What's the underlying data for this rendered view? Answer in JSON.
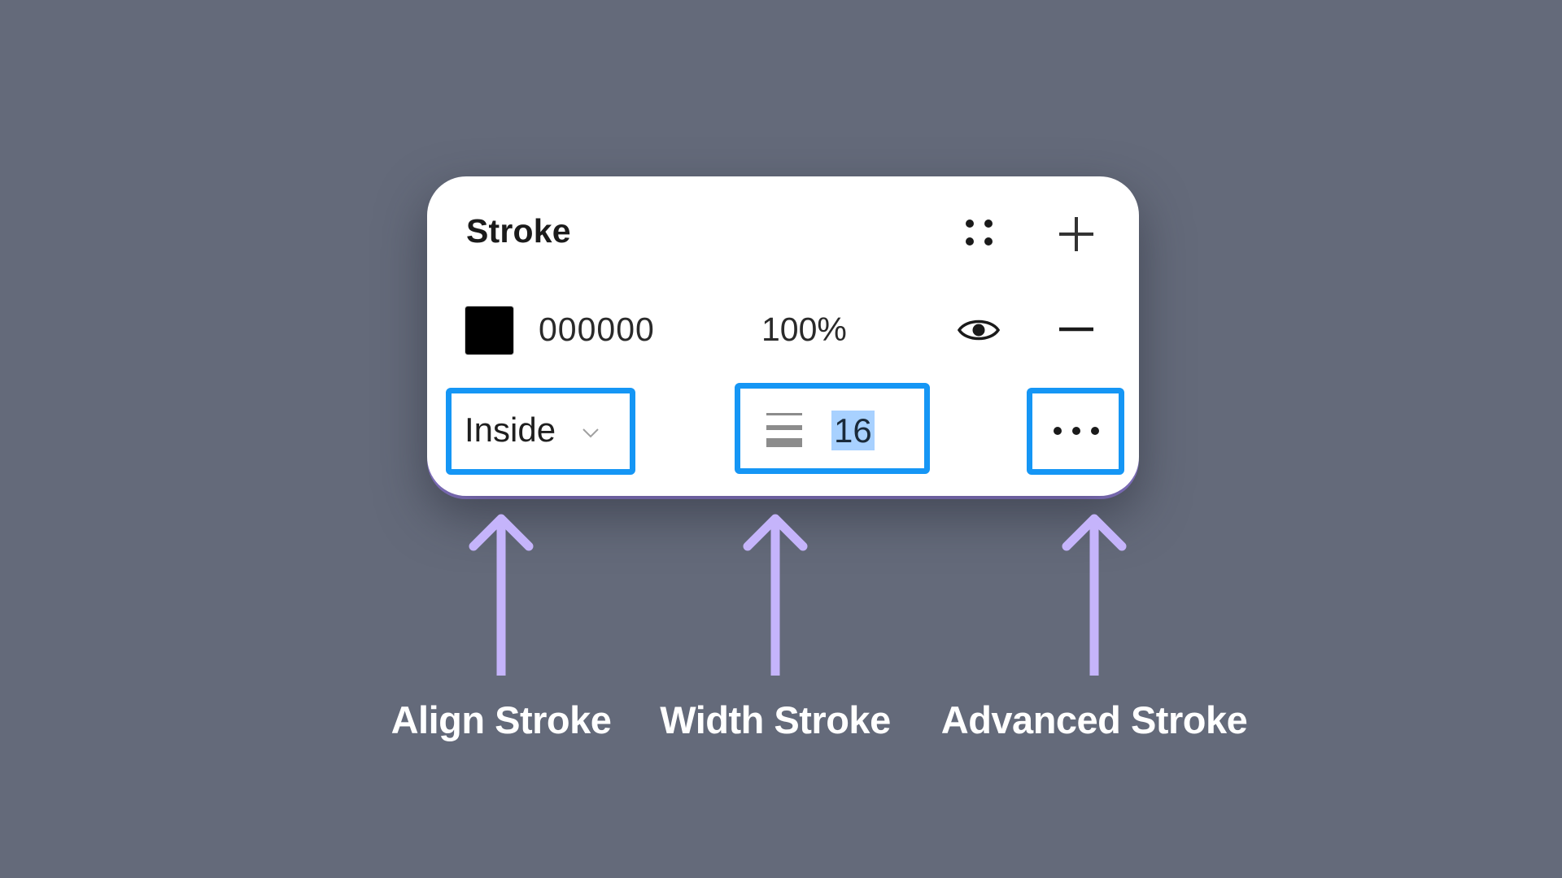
{
  "panel": {
    "title": "Stroke",
    "header_icons": [
      "styles-grid-icon",
      "plus-icon"
    ],
    "fill": {
      "color_hex": "000000",
      "swatch_color": "#000000",
      "opacity": "100%",
      "row_icons": [
        "eye-icon",
        "minus-icon"
      ]
    },
    "align": {
      "value": "Inside"
    },
    "width": {
      "value": "16"
    },
    "advanced": {
      "icon": "more-horizontal-icon"
    }
  },
  "annotations": [
    {
      "label": "Align Stroke",
      "target": "align-select"
    },
    {
      "label": "Width Stroke",
      "target": "width-input"
    },
    {
      "label": "Advanced Stroke",
      "target": "more-button"
    }
  ],
  "colors": {
    "background": "#646a7a",
    "highlight_border": "#1596f5",
    "arrow": "#c5b4fb",
    "selection": "#a8d1ff",
    "card_bottom_accent": "#9d85e8"
  }
}
